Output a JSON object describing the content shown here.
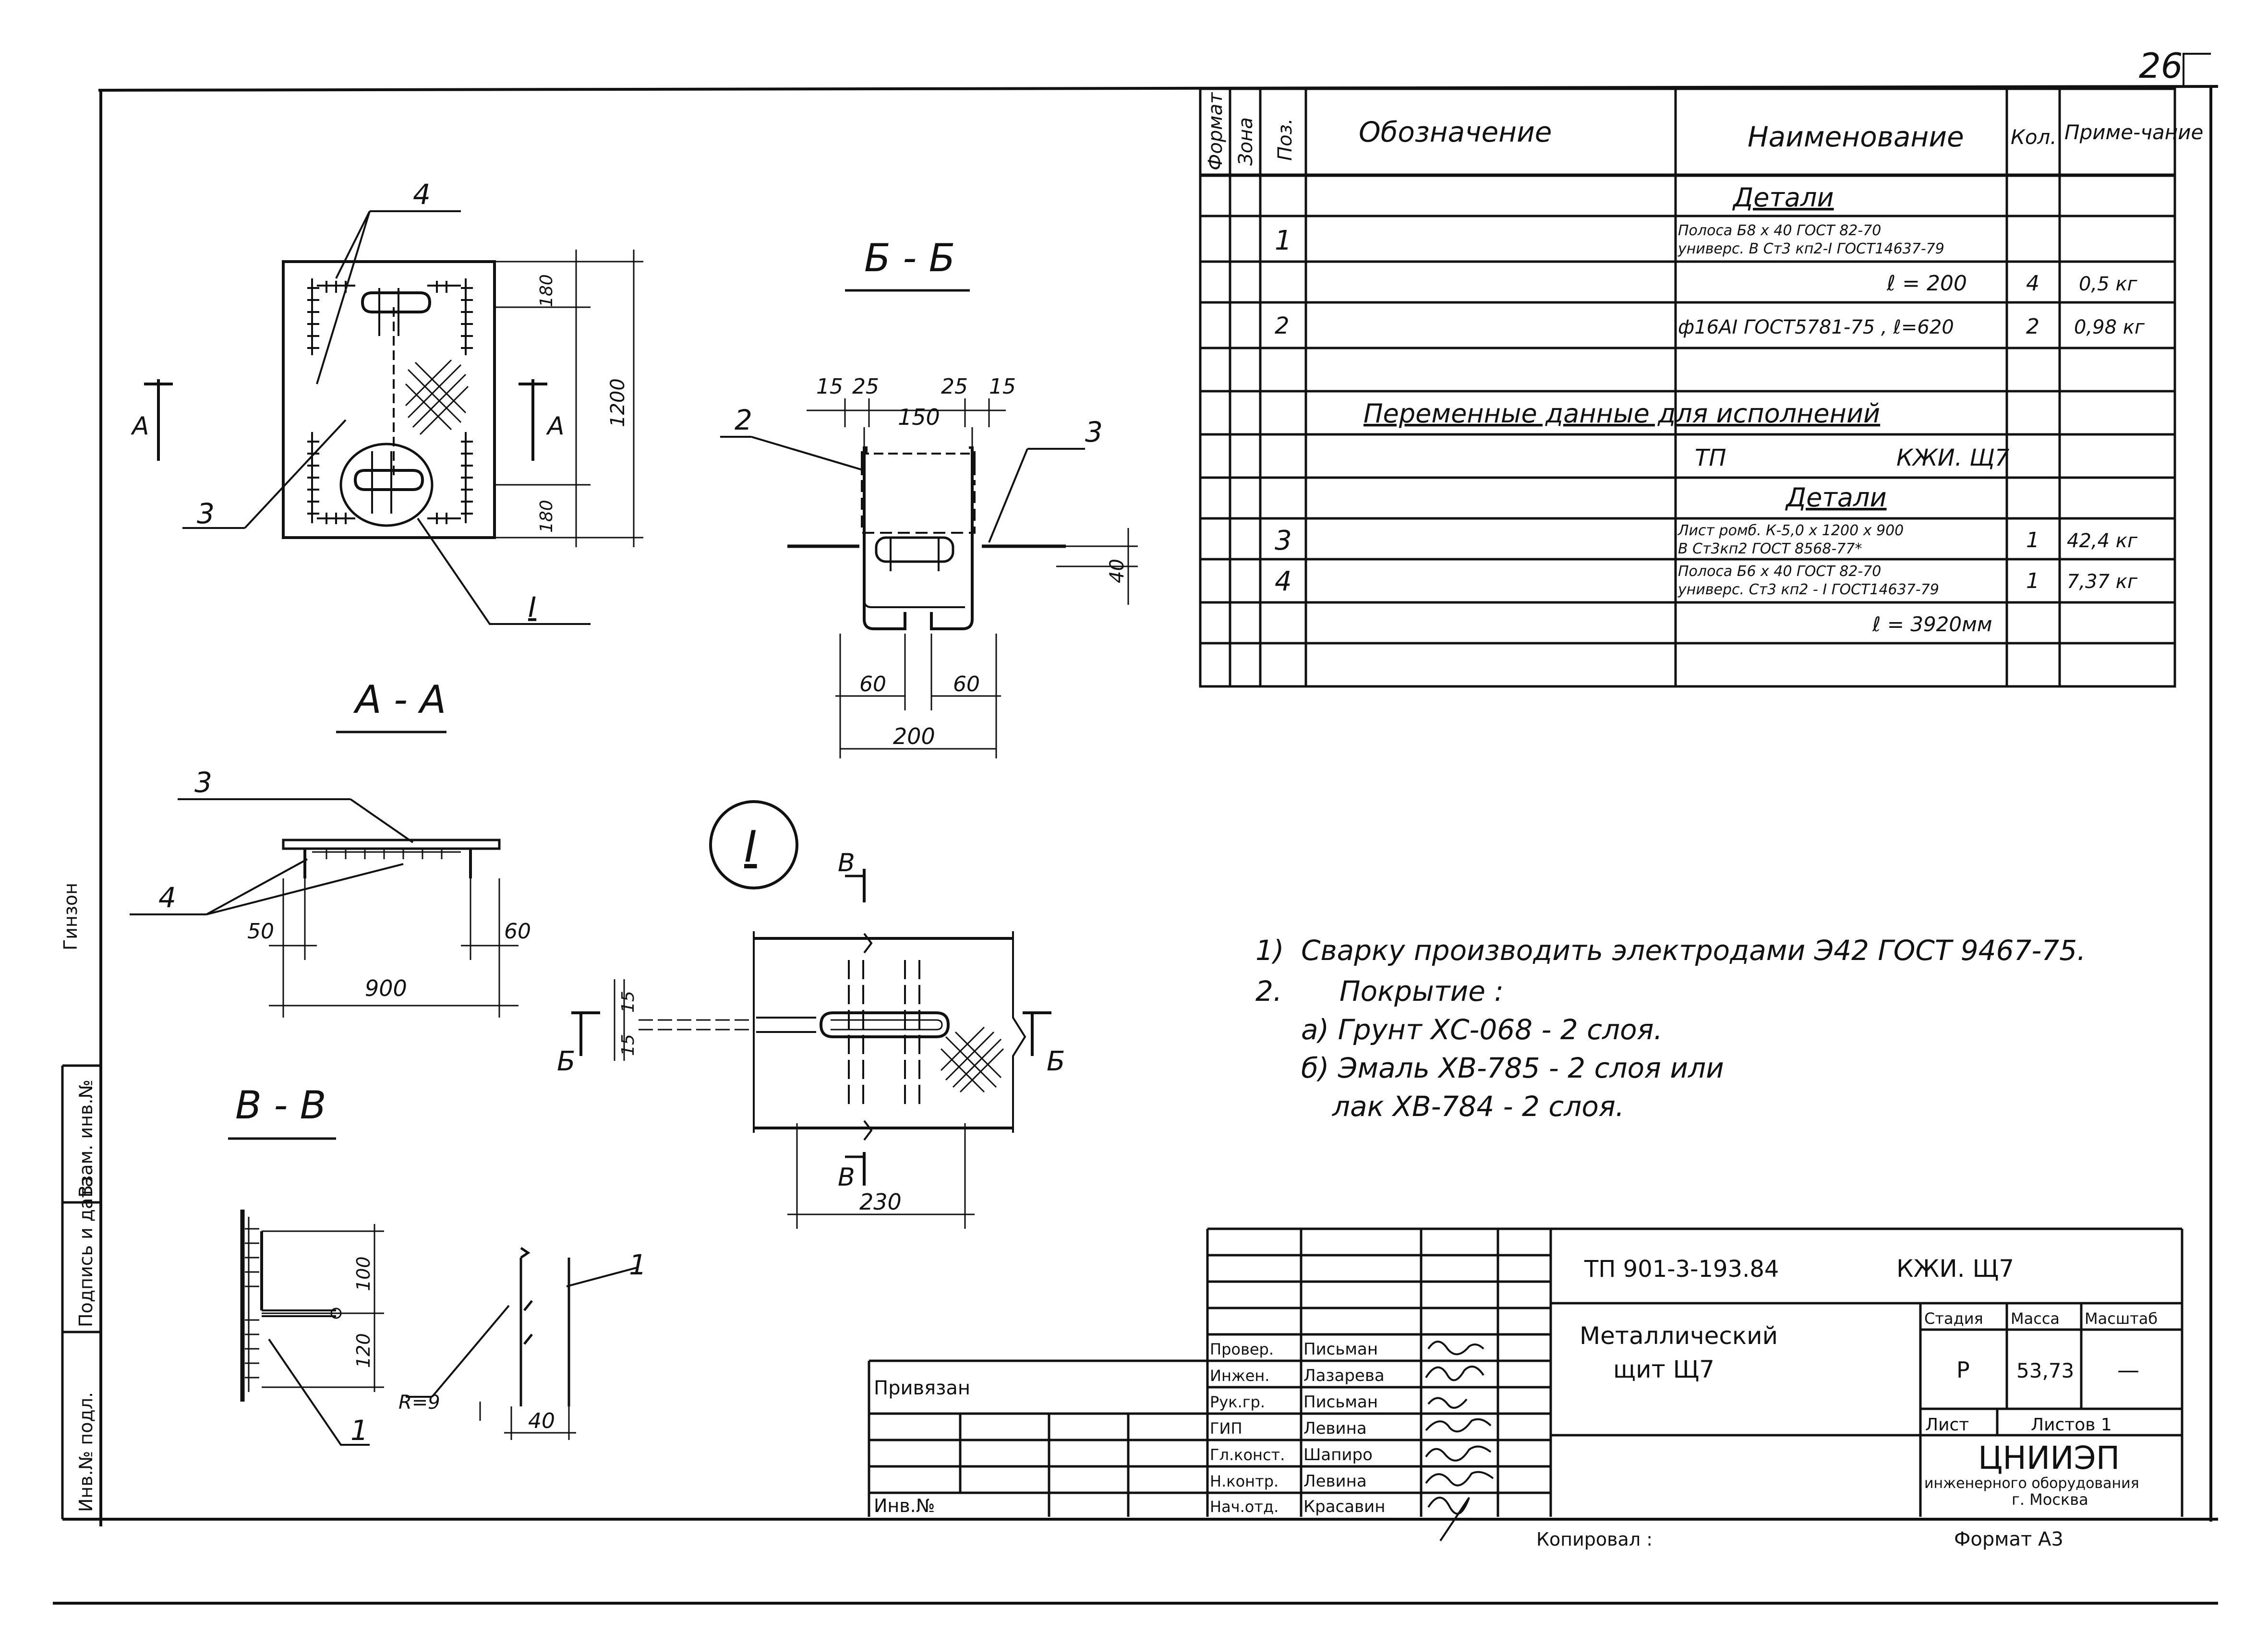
{
  "sheet_number": "26",
  "spec_table": {
    "headers": {
      "format": "Формат",
      "zone": "Зона",
      "pos": "Поз.",
      "designation": "Обозначение",
      "name": "Наименование",
      "qty": "Кол.",
      "note": "Приме-чание"
    },
    "section_details_1": "Детали",
    "row1_name_1": "Полоса Б8 х 40 ГОСТ 82-70",
    "row1_name_2": "универс. В Ст3 кп2-I ГОСТ14637-79",
    "row1_length": "ℓ = 200",
    "row1_qty": "4",
    "row1_note": "0,5 кг",
    "row2_name": "ф16АI ГОСТ5781-75 , ℓ=620",
    "row2_qty": "2",
    "row2_note": "0,98 кг",
    "variable_data": "Переменные данные для исполнений",
    "tp_label": "ТП",
    "tp_code": "КЖИ. Щ7",
    "section_details_2": "Детали",
    "row3_name_1": "Лист ромб. К-5,0 х 1200 х 900",
    "row3_name_2": "В Ст3кп2 ГОСТ 8568-77*",
    "row3_qty": "1",
    "row3_note": "42,4 кг",
    "row4_name_1": "Полоса Б6 х 40 ГОСТ 82-70",
    "row4_name_2": "универс. Ст3 кп2 - I ГОСТ14637-79",
    "row4_qty": "1",
    "row4_note": "7,37 кг",
    "row4_length": "ℓ = 3920мм",
    "pos": [
      "1",
      "2",
      "3",
      "4"
    ]
  },
  "views": {
    "section_aa": "А - А",
    "section_bb": "Б - Б",
    "section_vv": "В - В",
    "node_I": "I",
    "cut_A": "А",
    "cut_B": "Б",
    "cut_V": "В",
    "roman_I": "I"
  },
  "dims": {
    "d180": "180",
    "d1200": "1200",
    "d15": "15",
    "d25": "25",
    "d150": "150",
    "d40": "40",
    "d60": "60",
    "d200": "200",
    "d50": "50",
    "d900": "900",
    "d230": "230",
    "d100": "100",
    "d120": "120",
    "r9": "R=9"
  },
  "leaders": {
    "n1": "1",
    "n2": "2",
    "n3": "3",
    "n4": "4"
  },
  "notes": {
    "n1_num": "1)",
    "n1_text": "Сварку производить электродами Э42 ГОСТ 9467-75.",
    "n2_num": "2.",
    "n2_text": "Покрытие :",
    "n2a": "а) Грунт ХС-068 - 2 слоя.",
    "n2b": "б) Эмаль ХВ-785 - 2 слоя или",
    "n2c": "лак ХВ-784 - 2 слоя."
  },
  "title_block": {
    "doc_code": "ТП 901-3-193.84",
    "doc_mark": "КЖИ. Щ7",
    "title_1": "Металлический",
    "title_2": "щит Щ7",
    "stage_label": "Стадия",
    "mass_label": "Масса",
    "scale_label": "Масштаб",
    "stage": "Р",
    "mass": "53,73",
    "scale": "—",
    "sheet_label": "Лист",
    "sheets_label": "Листов 1",
    "org_1": "ЦНИИЭП",
    "org_2": "инженерного оборудования",
    "org_3": "г. Москва",
    "roles": [
      "Провер.",
      "Инжен.",
      "Рук.гр.",
      "ГИП",
      "Гл.конст.",
      "Н.контр.",
      "Нач.отд."
    ],
    "people": [
      "Письман",
      "Лазарева",
      "Письман",
      "Левина",
      "Шапиро",
      "Левина",
      "Красавин"
    ],
    "privyazan": "Привязан",
    "inv_no": "Инв.№",
    "kopiroval": "Копировал :",
    "format": "Формат А3"
  },
  "margin": {
    "inv_podl": "Инв.№ подл.",
    "podpis": "Подпись и дата",
    "vzam": "Взам. инв.№",
    "cut_text": "Гинзон"
  }
}
